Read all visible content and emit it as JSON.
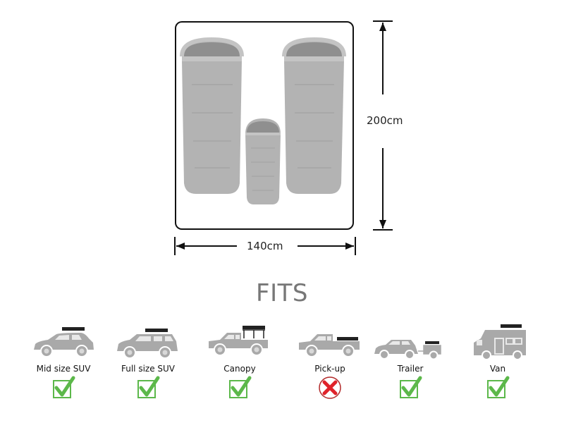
{
  "diagram": {
    "width_label": "140cm",
    "height_label": "200cm",
    "sleeping_bags": [
      {
        "name": "adult-left"
      },
      {
        "name": "child-middle"
      },
      {
        "name": "adult-right"
      }
    ]
  },
  "fits": {
    "title": "FITS",
    "vehicles": [
      {
        "label": "Mid size SUV",
        "fits": true,
        "icon": "suv-icon"
      },
      {
        "label": "Full size SUV",
        "fits": true,
        "icon": "full-suv-icon"
      },
      {
        "label": "Canopy",
        "fits": true,
        "icon": "canopy-truck-icon"
      },
      {
        "label": "Pick-up",
        "fits": false,
        "icon": "pickup-truck-icon"
      },
      {
        "label": "Trailer",
        "fits": true,
        "icon": "car-trailer-icon"
      },
      {
        "label": "Van",
        "fits": true,
        "icon": "camper-van-icon"
      }
    ]
  },
  "colors": {
    "check": "#5cb84a",
    "cross": "#e0222a",
    "vehicle": "#a9a9a9",
    "roof_box": "#222222",
    "bag": "#b0b0b0"
  }
}
